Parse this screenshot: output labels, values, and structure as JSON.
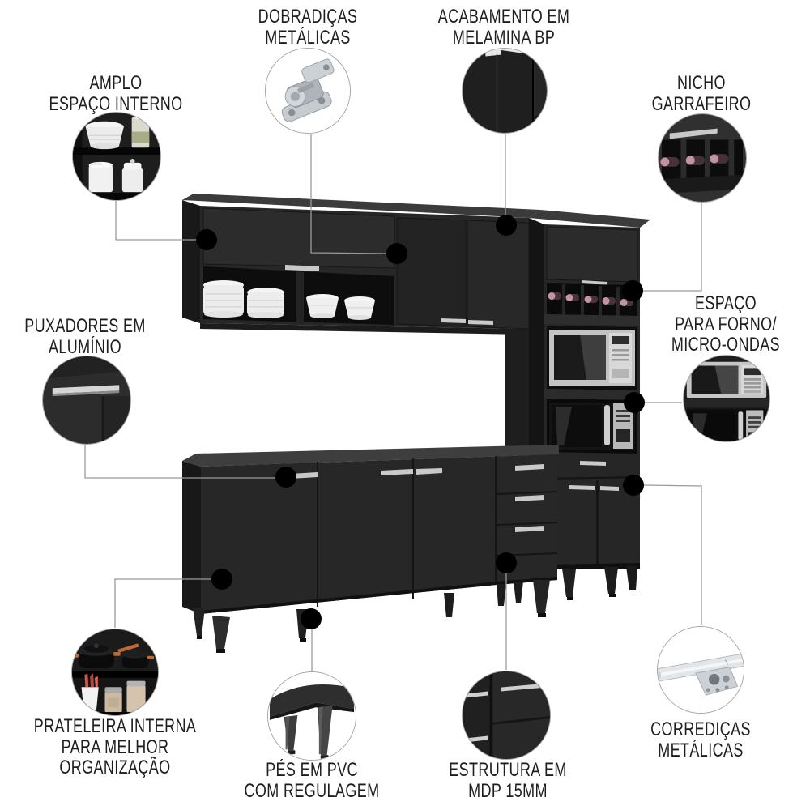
{
  "colors": {
    "furniture_black": "#262626",
    "cavity_black": "#0d0d0d",
    "handle_silver": "#c9c9c9",
    "bottle_rose": "#c294a1",
    "connector_gray": "#9a9a9a",
    "label_text": "#1e1e1e",
    "metal_gray": "#c6cbd0",
    "pot_handle_orange": "#c06a30",
    "jar_beige": "#cbb9a2"
  },
  "callouts": [
    {
      "id": "amplo-espaco-interno",
      "lines": [
        "AMPLO",
        "ESPAÇO INTERNO"
      ],
      "icon": "shelf-dishes-icon"
    },
    {
      "id": "dobradicas-metalicas",
      "lines": [
        "DOBRADIÇAS",
        "METÁLICAS"
      ],
      "icon": "hinge-icon"
    },
    {
      "id": "acabamento-melamina",
      "lines": [
        "ACABAMENTO EM",
        "MELAMINA BP"
      ],
      "icon": "melamine-corner-icon"
    },
    {
      "id": "nicho-garrafeiro",
      "lines": [
        "NICHO",
        "GARRAFEIRO"
      ],
      "icon": "wine-rack-icon"
    },
    {
      "id": "puxadores-aluminio",
      "lines": [
        "PUXADORES EM",
        "ALUMÍNIO"
      ],
      "icon": "aluminum-handle-icon"
    },
    {
      "id": "espaco-forno-microondas",
      "lines": [
        "ESPAÇO",
        "PARA FORNO/",
        "MICRO-ONDAS"
      ],
      "icon": "oven-microwave-icon"
    },
    {
      "id": "prateleira-interna",
      "lines": [
        "PRATELEIRA INTERNA",
        "PARA MELHOR",
        "ORGANIZAÇÃO"
      ],
      "icon": "internal-shelf-icon"
    },
    {
      "id": "pes-pvc-regulagem",
      "lines": [
        "PÉS EM PVC",
        "COM REGULAGEM"
      ],
      "icon": "pvc-feet-icon"
    },
    {
      "id": "estrutura-mdp",
      "lines": [
        "ESTRUTURA EM",
        "MDP 15MM"
      ],
      "icon": "mdp-structure-icon"
    },
    {
      "id": "corredicas-metalicas",
      "lines": [
        "CORREDIÇAS",
        "METÁLICAS"
      ],
      "icon": "metal-slide-icon"
    }
  ]
}
